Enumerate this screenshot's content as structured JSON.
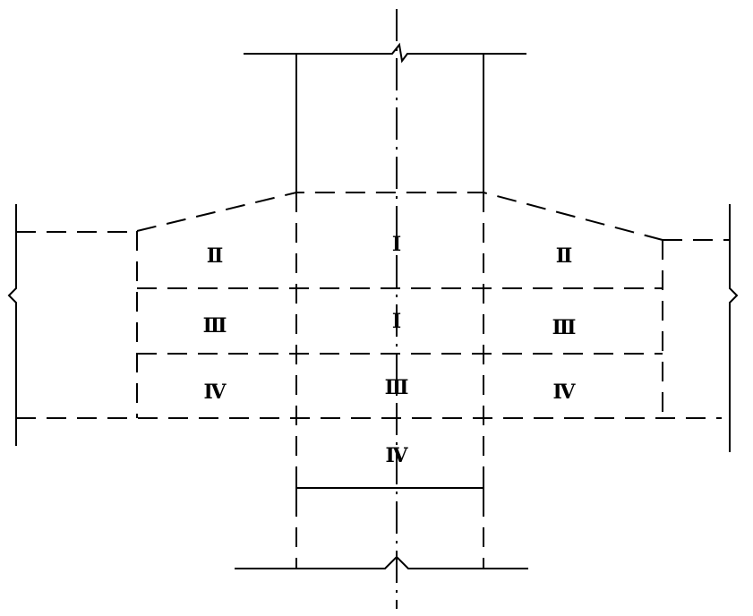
{
  "zones": {
    "row1": {
      "left": "Ⅱ",
      "center": "Ⅰ",
      "right": "Ⅱ"
    },
    "row2": {
      "left": "Ⅲ",
      "center": "Ⅰ",
      "right": "Ⅲ"
    },
    "row3": {
      "left": "Ⅳ",
      "center": "Ⅲ",
      "right": "Ⅳ"
    },
    "bottom": {
      "center": "Ⅳ"
    }
  },
  "colors": {
    "line": "#000000",
    "background": "#ffffff"
  }
}
